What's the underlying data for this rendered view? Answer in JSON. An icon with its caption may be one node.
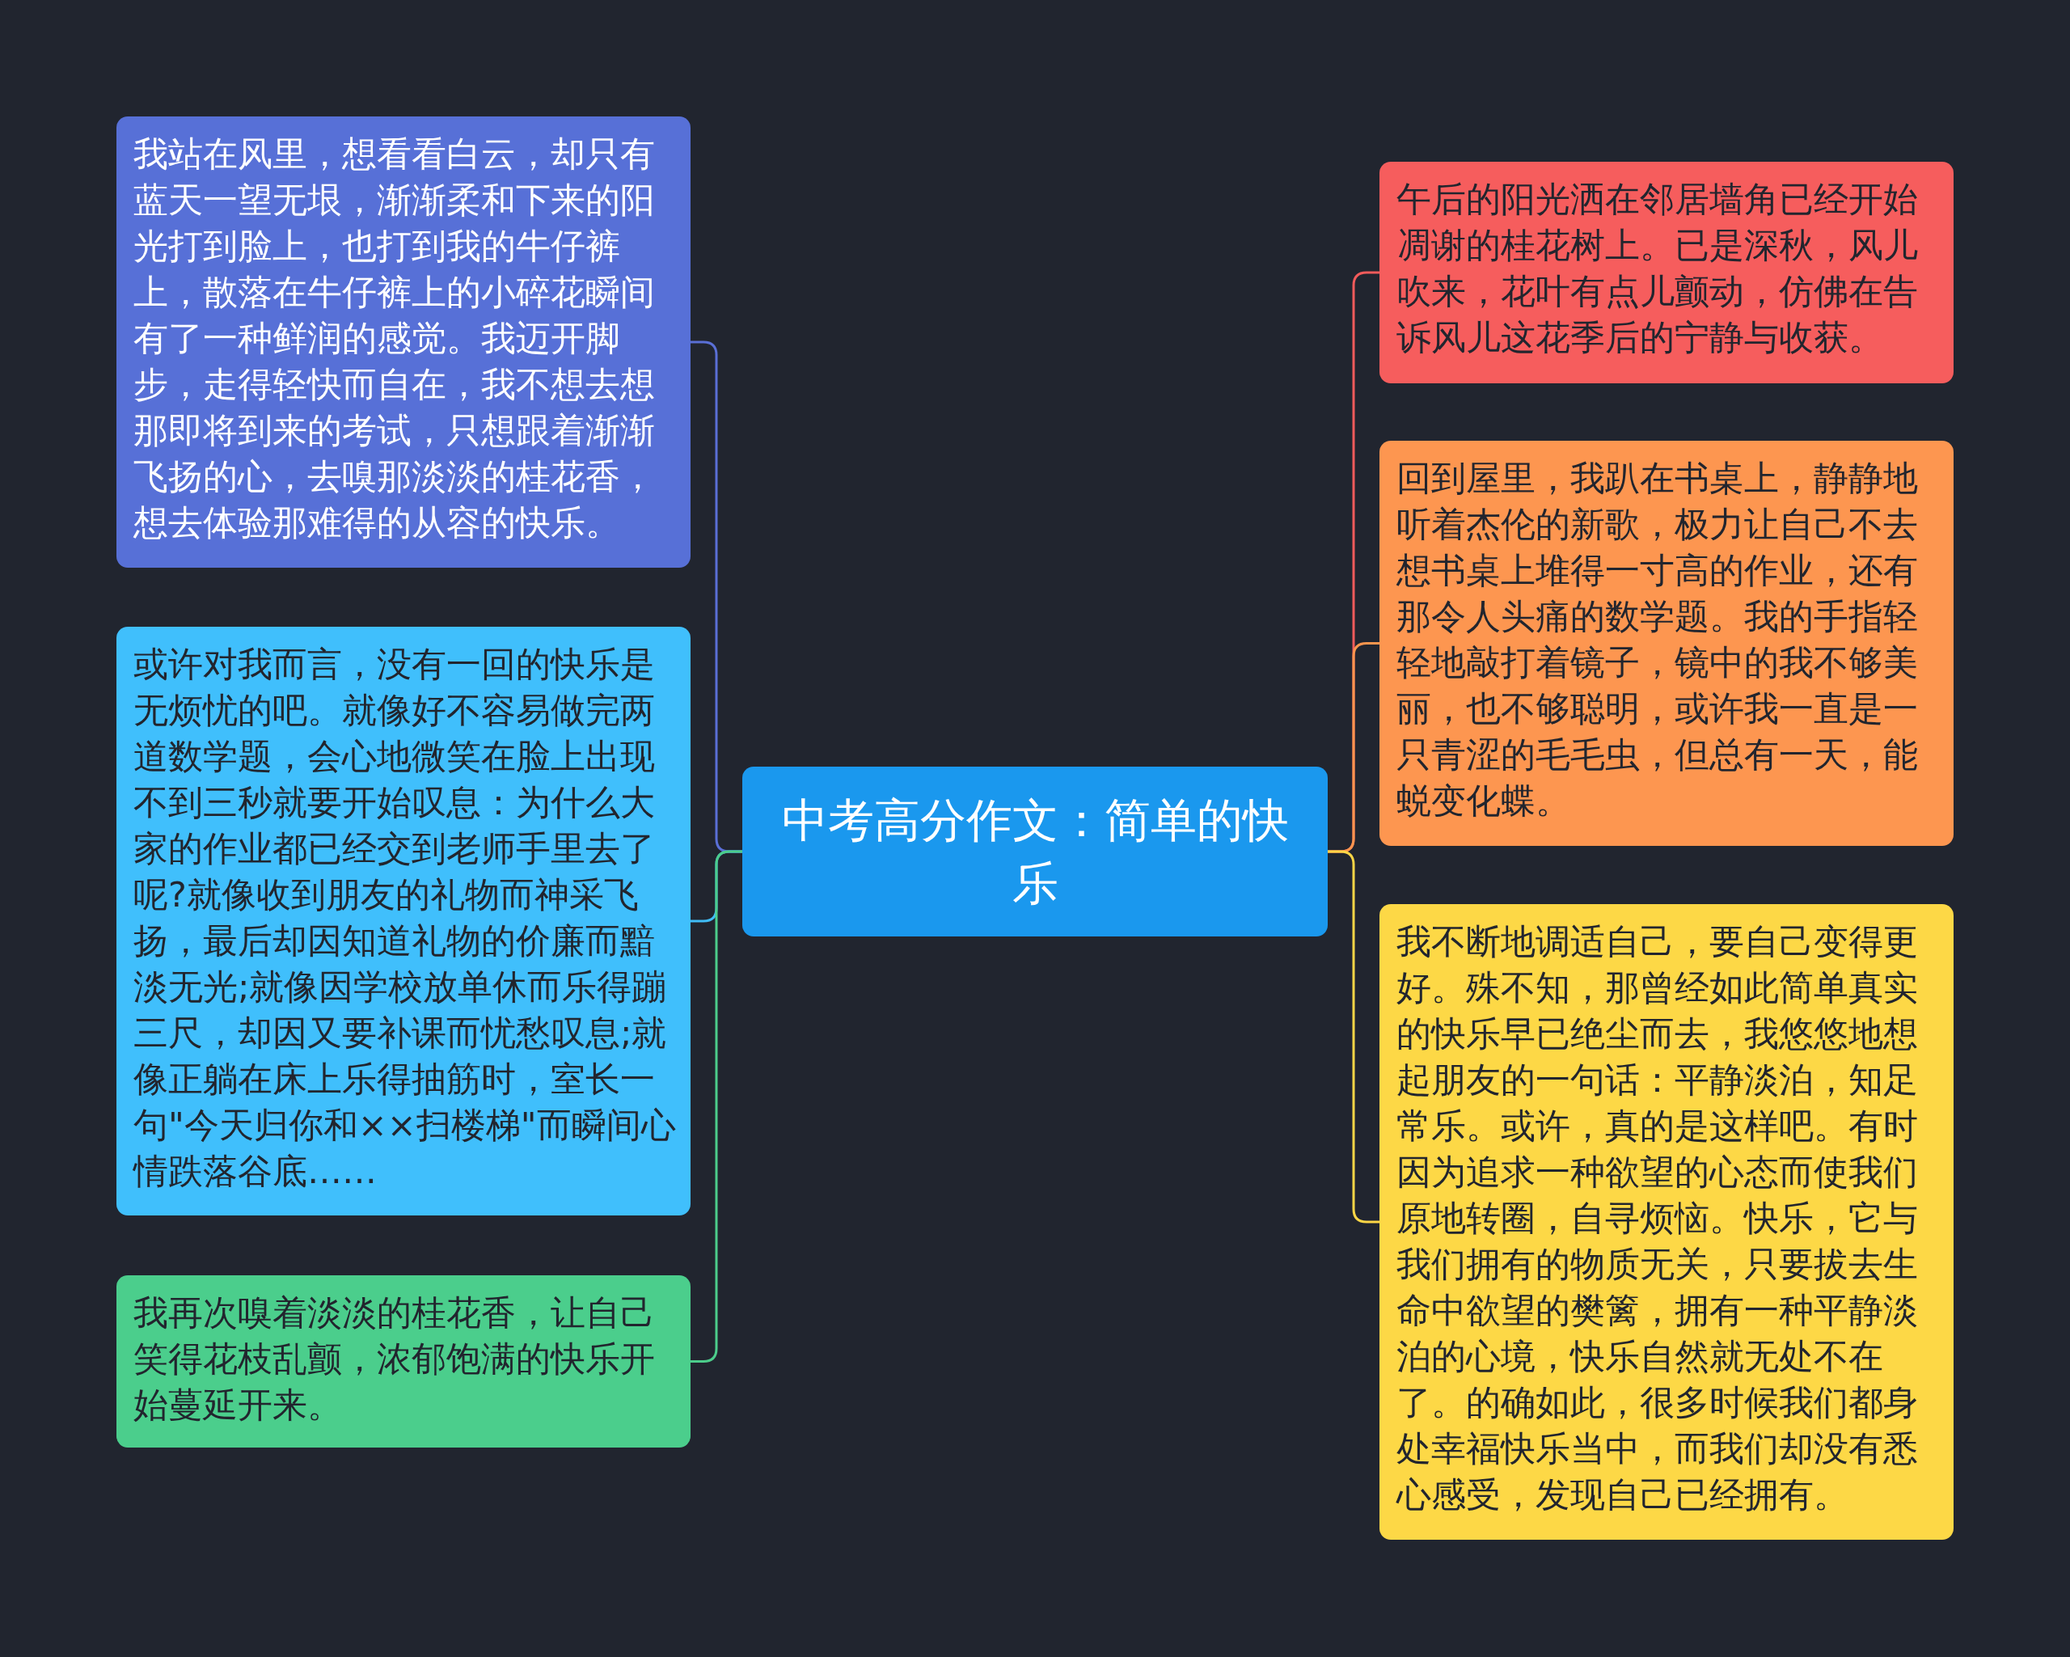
{
  "diagram": {
    "nodes": [
      {
        "text": [
          "中考高分作文：简单的快乐"
        ]
      },
      {
        "text": [
          "我站在风里，想看看白云，却只有蓝天一望无垠，渐渐柔和下来的阳光打到脸上，也打到我的牛仔裤上，散落在牛仔裤上的小碎花瞬间有了一种鲜润的感觉。我迈开脚步，走得轻快而自在，我不想去想那即将到来的考试，只想跟着渐渐飞扬的心，去嗅那淡淡的桂花香，想去体验那难得的从容的快乐。"
        ]
      },
      {
        "text": [
          "或许对我而言，没有一回的快乐是无烦忧的吧。就像好不容易做完两道数学题，会心地微笑在脸上出现不到三秒就要开始叹息：为什么大家的作业都已经交到老师手里去了呢?就像收到朋友的礼物而神采飞扬，最后却因知道礼物的价廉而黯淡无光;就像因学校放单休而乐得蹦三尺，却因又要补课而忧愁叹息;就像正躺在床上乐得抽筋时，室长一句\"今天归你和××扫楼梯\"而瞬间心情跌落谷底……"
        ]
      },
      {
        "text": [
          "我再次嗅着淡淡的桂花香，让自己笑得花枝乱颤，浓郁饱满的快乐开始蔓延开来。"
        ]
      },
      {
        "text": [
          "午后的阳光洒在邻居墙角已经开始凋谢的桂花树上。已是深秋，风儿吹来，花叶有点儿颤动，仿佛在告诉风儿这花季后的宁静与收获。"
        ]
      },
      {
        "text": [
          "回到屋里，我趴在书桌上，静静地听着杰伦的新歌，极力让自己不去想书桌上堆得一寸高的作业，还有那令人头痛的数学题。我的手指轻轻地敲打着镜子，镜中的我不够美丽，也不够聪明，或许我一直是一只青涩的毛毛虫，但总有一天，能蜕变化蝶。"
        ]
      },
      {
        "text": [
          "我不断地调适自己，要自己变得更好。殊不知，那曾经如此简单真实的快乐早已绝尘而去，我悠悠地想起朋友的一句话：平静淡泊，知足常乐。或许，真的是这样吧。有时因为追求一种欲望的心态而使我们原地转圈，自寻烦恼。快乐，它与我们拥有的物质无关，只要拔去生命中欲望的樊篱，拥有一种平静淡泊的心境，快乐自然就无处不在了。的确如此，很多时候我们都身处幸福快乐当中，而我们却没有悉心感受，发现自己已经拥有。"
        ]
      }
    ],
    "edges": [
      {
        "from": 0,
        "to": 1,
        "arrow": "none",
        "color": "#5a6fd6"
      },
      {
        "from": 0,
        "to": 2,
        "arrow": "none",
        "color": "#40bdf8"
      },
      {
        "from": 0,
        "to": 3,
        "arrow": "none",
        "color": "#4ccd8b"
      },
      {
        "from": 0,
        "to": 4,
        "arrow": "none",
        "color": "#f25b5b"
      },
      {
        "from": 0,
        "to": 5,
        "arrow": "none",
        "color": "#fc954e"
      },
      {
        "from": 0,
        "to": 6,
        "arrow": "none",
        "color": "#fcd646"
      }
    ]
  }
}
